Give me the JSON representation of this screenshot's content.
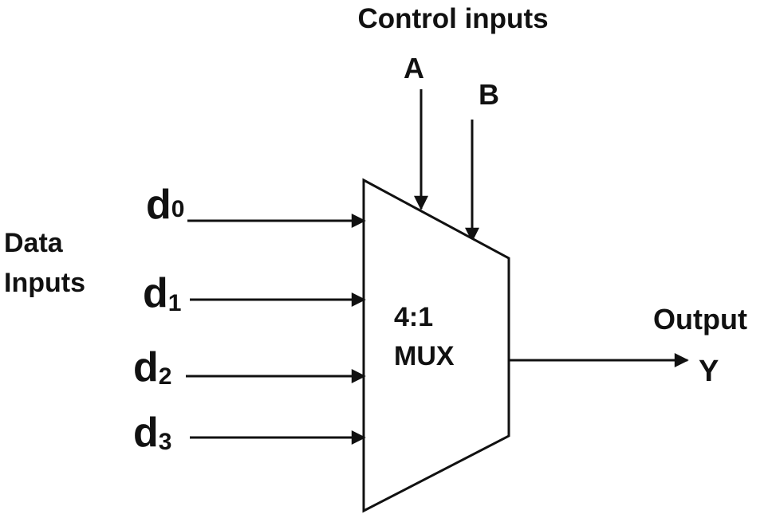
{
  "control": {
    "title": "Control inputs",
    "a_label": "A",
    "b_label": "B"
  },
  "data_inputs": {
    "label_line1": "Data",
    "label_line2": "Inputs",
    "items": [
      {
        "letter": "d",
        "sub": "0"
      },
      {
        "letter": "d",
        "sub": "1"
      },
      {
        "letter": "d",
        "sub": "2"
      },
      {
        "letter": "d",
        "sub": "3"
      }
    ]
  },
  "mux": {
    "line1": "4:1",
    "line2": "MUX"
  },
  "output": {
    "title": "Output",
    "y_label": "Y"
  },
  "colors": {
    "stroke": "#111111",
    "background": "#ffffff"
  }
}
